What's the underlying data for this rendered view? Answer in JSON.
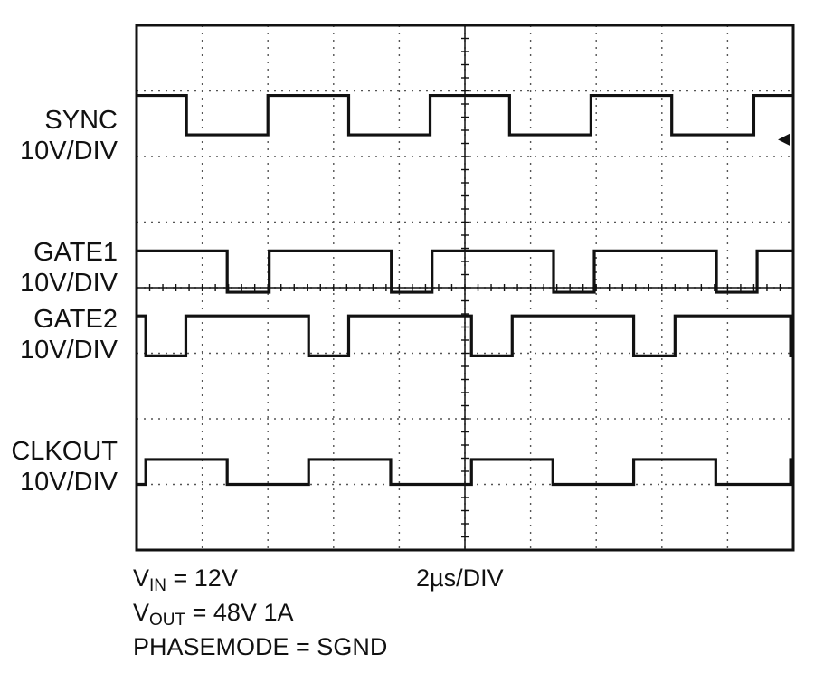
{
  "chart_data": {
    "type": "line",
    "x_unit": "DIV",
    "xlim": [
      0,
      10
    ],
    "ylim": [
      0,
      8
    ],
    "grid": true,
    "series": [
      {
        "name": "SYNC",
        "scale": "10V/DIV",
        "low": 6.33,
        "high": 6.93,
        "edges": [
          0.76,
          2.0,
          3.23,
          4.47,
          5.68,
          6.92,
          8.15,
          9.4
        ],
        "start_state": 1
      },
      {
        "name": "GATE1",
        "scale": "10V/DIV",
        "low": 3.93,
        "high": 4.56,
        "edges": [
          1.38,
          2.02,
          3.88,
          4.5,
          6.35,
          6.97,
          8.83,
          9.45
        ],
        "start_state": 1
      },
      {
        "name": "GATE2",
        "scale": "10V/DIV",
        "low": 2.96,
        "high": 3.57,
        "edges": [
          0.14,
          0.75,
          2.62,
          3.23,
          5.1,
          5.72,
          7.57,
          8.2,
          9.96
        ],
        "start_state": 1
      },
      {
        "name": "CLKOUT",
        "scale": "10V/DIV",
        "low": 1.0,
        "high": 1.38,
        "edges": [
          0.14,
          1.38,
          2.62,
          3.87,
          5.1,
          6.34,
          7.57,
          8.82,
          9.96
        ],
        "start_state": 0
      }
    ],
    "annotations": {
      "vin_label": "V",
      "vin_sub": "IN",
      "vin_value": " = 12V",
      "vout_label": "V",
      "vout_sub": "OUT",
      "vout_value": " = 48V 1A",
      "phasemode": "PHASEMODE = SGND",
      "timebase": "2µs/DIV"
    },
    "trigger_marker": "◀",
    "colors": {
      "trace": "#111111",
      "frame": "#111111",
      "grid": "#555555"
    }
  }
}
